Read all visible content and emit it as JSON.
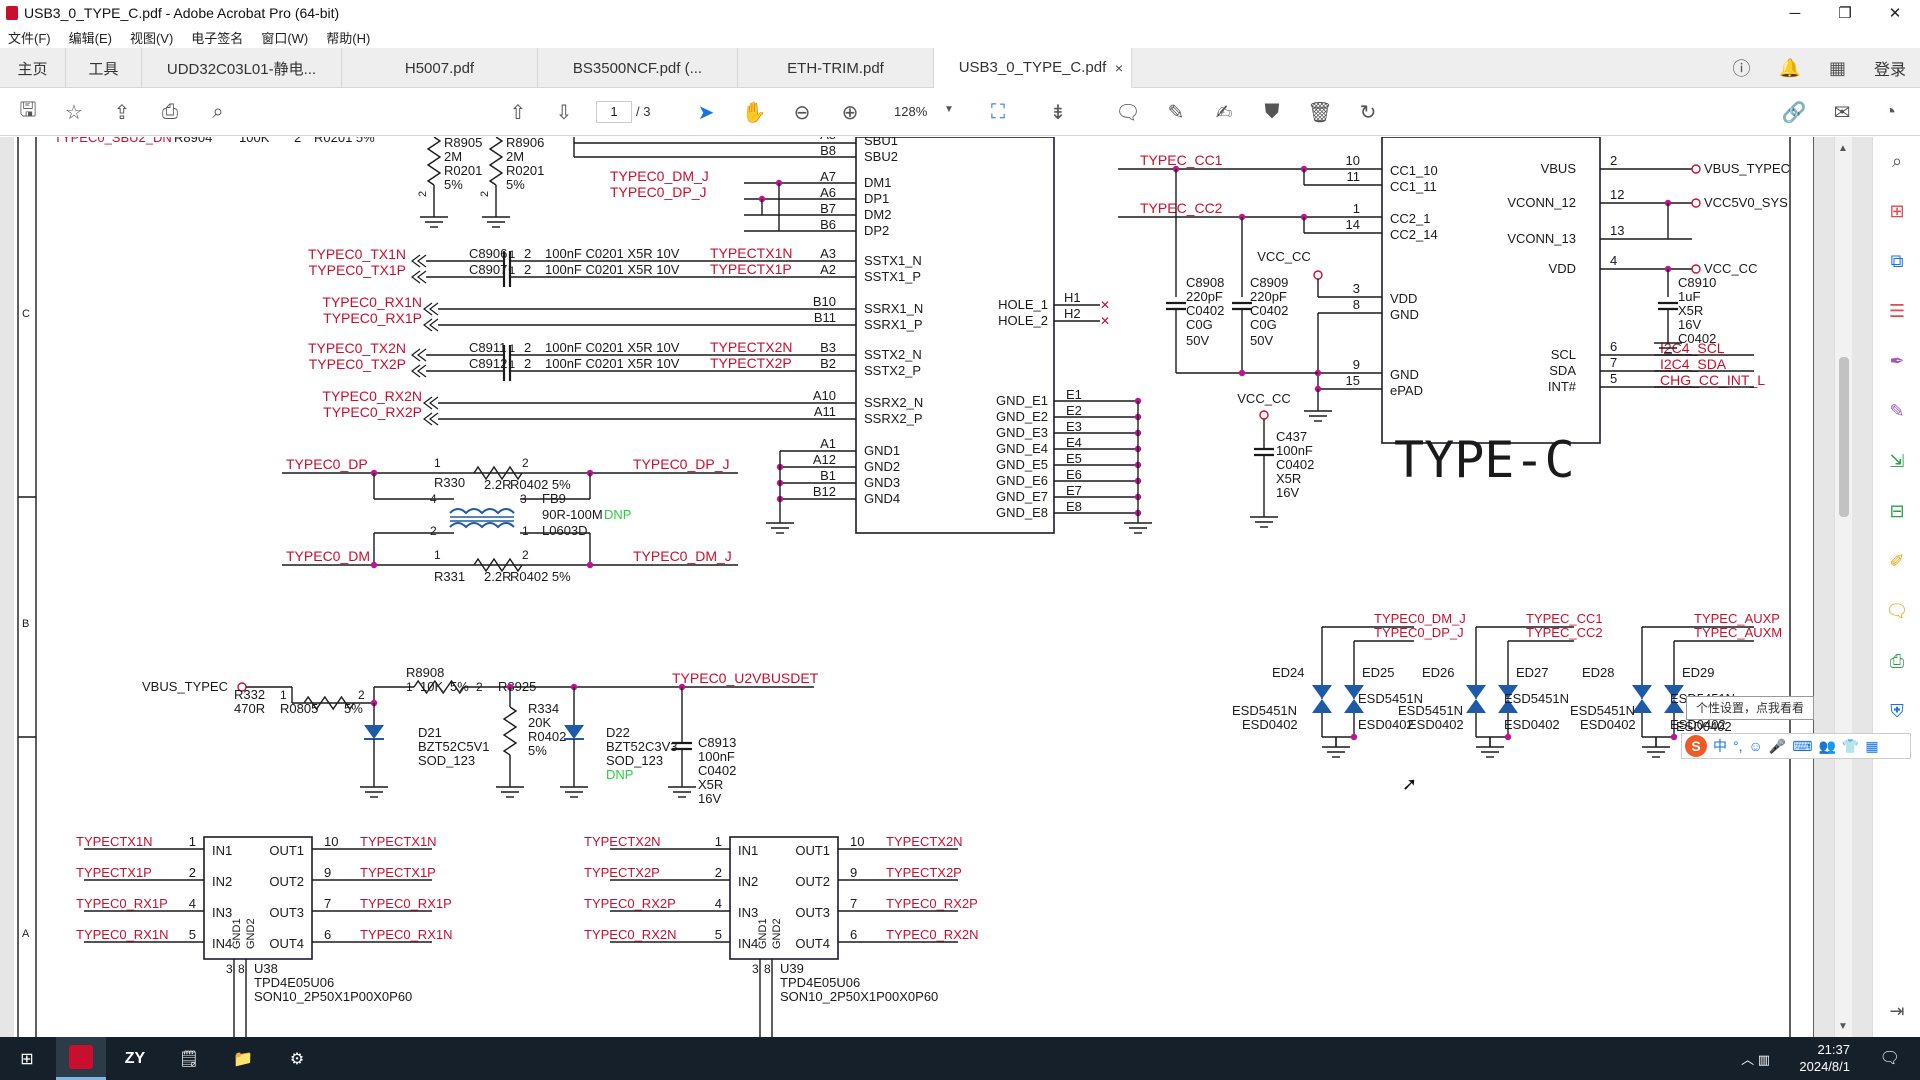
{
  "window": {
    "title": "USB3_0_TYPE_C.pdf - Adobe Acrobat Pro (64-bit)",
    "controls": [
      "─",
      "❐",
      "✕"
    ]
  },
  "menu": [
    "文件(F)",
    "编辑(E)",
    "视图(V)",
    "电子签名",
    "窗口(W)",
    "帮助(H)"
  ],
  "tabs": {
    "home": "主页",
    "tools": "工具",
    "docs": [
      "UDD32C03L01-静电...",
      "H5007.pdf",
      "BS3500NCF.pdf (...",
      "ETH-TRIM.pdf",
      "USB3_0_TYPE_C.pdf"
    ],
    "close": "×",
    "login": "登录"
  },
  "toolbar": {
    "page_current": "1",
    "page_total": "/ 3",
    "zoom": "128%"
  },
  "colors": {
    "net": "#c8102e",
    "wire": "#1a1a1a",
    "part": "#1a1a2e",
    "acrobat_red": "#c8102e",
    "taskbar": "#15202b"
  },
  "schematic": {
    "top_left_clip": "TYPEC0_SBU2_DN",
    "r_top": [
      {
        "ref": "R8905",
        "val": "2M",
        "pkg": "R0201",
        "tol": "5%"
      },
      {
        "ref": "R8906",
        "val": "2M",
        "pkg": "R0201",
        "tol": "5%"
      }
    ],
    "r8904": {
      "ref": "R8904",
      "val": "100K",
      "pin": "2",
      "pkg": "R0201 5%"
    },
    "sbu_pins": [
      {
        "pin": "A8",
        "name": "SBU1"
      },
      {
        "pin": "B8",
        "name": "SBU2"
      }
    ],
    "dm_pins": [
      {
        "pin": "A7",
        "name": "DM1",
        "net": "TYPEC0_DM_J"
      },
      {
        "pin": "A6",
        "name": "DP1",
        "net": "TYPEC0_DP_J"
      },
      {
        "pin": "B7",
        "name": "DM2",
        "net": ""
      },
      {
        "pin": "B6",
        "name": "DP2",
        "net": ""
      }
    ],
    "tx_caps": [
      {
        "left": "TYPEC0_TX1N",
        "cap": "C8906",
        "p1": "1",
        "p2": "2",
        "val": "100nF  C0201  X5R  10V",
        "net": "TYPECTX1N",
        "pin": "A3",
        "name": "SSTX1_N"
      },
      {
        "left": "TYPEC0_TX1P",
        "cap": "C8907",
        "p1": "1",
        "p2": "2",
        "val": "100nF  C0201  X5R  10V",
        "net": "TYPECTX1P",
        "pin": "A2",
        "name": "SSTX1_P"
      },
      {
        "left": "TYPEC0_TX2N",
        "cap": "C8911",
        "p1": "1",
        "p2": "2",
        "val": "100nF  C0201  X5R  10V",
        "net": "TYPECTX2N",
        "pin": "B3",
        "name": "SSTX2_N"
      },
      {
        "left": "TYPEC0_TX2P",
        "cap": "C8912",
        "p1": "1",
        "p2": "2",
        "val": "100nF  C0201  X5R  10V",
        "net": "TYPECTX2P",
        "pin": "B2",
        "name": "SSTX2_P"
      }
    ],
    "rx_pins": [
      {
        "left": "TYPEC0_RX1N",
        "pin": "B10",
        "name": "SSRX1_N"
      },
      {
        "left": "TYPEC0_RX1P",
        "pin": "B11",
        "name": "SSRX1_P"
      },
      {
        "left": "TYPEC0_RX2N",
        "pin": "A10",
        "name": "SSRX2_N"
      },
      {
        "left": "TYPEC0_RX2P",
        "pin": "A11",
        "name": "SSRX2_P"
      }
    ],
    "gnd_pins": [
      {
        "pin": "A1",
        "name": "GND1"
      },
      {
        "pin": "A12",
        "name": "GND2"
      },
      {
        "pin": "B1",
        "name": "GND3"
      },
      {
        "pin": "B12",
        "name": "GND4"
      }
    ],
    "hole_pins": [
      {
        "name": "HOLE_1",
        "pin": "H1"
      },
      {
        "name": "HOLE_2",
        "pin": "H2"
      }
    ],
    "gnd_e": [
      {
        "name": "GND_E1",
        "pin": "E1"
      },
      {
        "name": "GND_E2",
        "pin": "E2"
      },
      {
        "name": "GND_E3",
        "pin": "E3"
      },
      {
        "name": "GND_E4",
        "pin": "E4"
      },
      {
        "name": "GND_E5",
        "pin": "E5"
      },
      {
        "name": "GND_E6",
        "pin": "E6"
      },
      {
        "name": "GND_E7",
        "pin": "E7"
      },
      {
        "name": "GND_E8",
        "pin": "E8"
      }
    ],
    "choke": {
      "dp_left": "TYPEC0_DP",
      "dp_right": "TYPEC0_DP_J",
      "r330": "R330",
      "r330val": "2.2R",
      "r330pkg": "R0402 5%",
      "p1": "1",
      "p2": "2",
      "p3": "3",
      "p4": "4",
      "fb": "FB9",
      "fbval": "90R-100M",
      "dnp": "DNP",
      "fbpkg": "L0603D",
      "dm_left": "TYPEC0_DM",
      "dm_right": "TYPEC0_DM_J",
      "r331": "R331",
      "r331val": "2.2R",
      "r331pkg": "R0402 5%"
    },
    "cc_section": {
      "cc1": "TYPEC_CC1",
      "cc2": "TYPEC_CC2",
      "pins": [
        {
          "pin": "10",
          "name": "CC1_10"
        },
        {
          "pin": "11",
          "name": "CC1_11"
        },
        {
          "pin": "1",
          "name": "CC2_1"
        },
        {
          "pin": "14",
          "name": "CC2_14"
        },
        {
          "pin": "3",
          "name": "VDD"
        },
        {
          "pin": "8",
          "name": "GND"
        },
        {
          "pin": "9",
          "name": "GND"
        },
        {
          "pin": "15",
          "name": "ePAD"
        }
      ],
      "vcc_cc": "VCC_CC",
      "c8908": {
        "ref": "C8908",
        "val": "220pF",
        "pkg": "C0402",
        "die": "C0G",
        "v": "50V"
      },
      "c8909": {
        "ref": "C8909",
        "val": "220pF",
        "pkg": "C0402",
        "die": "C0G",
        "v": "50V"
      },
      "right_pins": [
        {
          "name": "VBUS",
          "pin": "2",
          "net": "VBUS_TYPEC"
        },
        {
          "name": "VCONN_12",
          "pin": "12",
          "net": "VCC5V0_SYS"
        },
        {
          "name": "VCONN_13",
          "pin": "13",
          "net": ""
        },
        {
          "name": "VDD",
          "pin": "4",
          "net": "VCC_CC"
        },
        {
          "name": "SCL",
          "pin": "6",
          "net": "I2C4_SCL"
        },
        {
          "name": "SDA",
          "pin": "7",
          "net": "I2C4_SDA"
        },
        {
          "name": "INT#",
          "pin": "5",
          "net": "CHG_CC_INT_L"
        }
      ],
      "c8910": {
        "ref": "C8910",
        "val": "1uF",
        "die": "X5R",
        "v": "16V",
        "pkg": "C0402"
      },
      "vcc_cc2": "VCC_CC",
      "c437": {
        "ref": "C437",
        "val": "100nF",
        "pkg": "C0402",
        "die": "X5R",
        "v": "16V"
      },
      "typec_label": "TYPE-C"
    },
    "esd": {
      "nets_top": [
        "TYPEC0_DM_J",
        "TYPEC0_DP_J",
        "TYPEC_CC1",
        "TYPEC_CC2",
        "TYPEC_AUXP",
        "TYPEC_AUXM"
      ],
      "refs": [
        "ED24",
        "ED25",
        "ED26",
        "ED27",
        "ED28",
        "ED29"
      ],
      "part": "ESD5451N",
      "pkg": "ESD0402",
      "pkg_clip": "ESD0402"
    },
    "vbus": {
      "net": "VBUS_TYPEC",
      "r332": "R332",
      "r332val": "470R",
      "r332pkg": "R0805",
      "r332tol": "5%",
      "r8908": "R8908",
      "r8908val": "10K",
      "r8908tol": "5%",
      "r8925": "R8925",
      "u2v": "TYPEC0_U2VBUSDET",
      "d21": "D21",
      "d21part": "BZT52C5V1",
      "d21pkg": "SOD_123",
      "r334": "R334",
      "r334val": "20K",
      "r334pkg": "R0402",
      "r334tol": "5%",
      "d22": "D22",
      "d22part": "BZT52C3V3",
      "d22pkg": "SOD_123",
      "d22dnp": "DNP",
      "c8913": "C8913",
      "c8913val": "100nF",
      "c8913pkg": "C0402",
      "c8913die": "X5R",
      "c8913v": "16V"
    },
    "redrivers": [
      {
        "ref": "U38",
        "part": "TPD4E05U06",
        "pkg": "SON10_2P50X1P00X0P60",
        "rows": [
          {
            "in_net": "TYPECTX1N",
            "in_pin": "1",
            "in_name": "IN1",
            "out_name": "OUT1",
            "out_pin": "10",
            "out_net": "TYPECTX1N"
          },
          {
            "in_net": "TYPECTX1P",
            "in_pin": "2",
            "in_name": "IN2",
            "out_name": "OUT2",
            "out_pin": "9",
            "out_net": "TYPECTX1P"
          },
          {
            "in_net": "TYPEC0_RX1P",
            "in_pin": "4",
            "in_name": "IN3",
            "out_name": "OUT3",
            "out_pin": "7",
            "out_net": "TYPEC0_RX1P"
          },
          {
            "in_net": "TYPEC0_RX1N",
            "in_pin": "5",
            "in_name": "IN4",
            "out_name": "OUT4",
            "out_pin": "6",
            "out_net": "TYPEC0_RX1N"
          }
        ]
      },
      {
        "ref": "U39",
        "part": "TPD4E05U06",
        "pkg": "SON10_2P50X1P00X0P60",
        "rows": [
          {
            "in_net": "TYPECTX2N",
            "in_pin": "1",
            "in_name": "IN1",
            "out_name": "OUT1",
            "out_pin": "10",
            "out_net": "TYPECTX2N"
          },
          {
            "in_net": "TYPECTX2P",
            "in_pin": "2",
            "in_name": "IN2",
            "out_name": "OUT2",
            "out_pin": "9",
            "out_net": "TYPECTX2P"
          },
          {
            "in_net": "TYPEC0_RX2P",
            "in_pin": "4",
            "in_name": "IN3",
            "out_name": "OUT3",
            "out_pin": "7",
            "out_net": "TYPEC0_RX2P"
          },
          {
            "in_net": "TYPEC0_RX2N",
            "in_pin": "5",
            "in_name": "IN4",
            "out_name": "OUT4",
            "out_pin": "6",
            "out_net": "TYPEC0_RX2N"
          }
        ]
      }
    ],
    "gnd1": "GND1",
    "gnd2": "GND2",
    "frame_rows": [
      "C",
      "B",
      "A"
    ]
  },
  "ime": {
    "tooltip": "个性设置，点我看看",
    "logo": "S",
    "items": [
      "中",
      "°,",
      "☺",
      "🎤",
      "⌨",
      "👥",
      "👕",
      "▦"
    ]
  },
  "taskbar": {
    "time": "21:37",
    "date": "2024/8/1"
  }
}
